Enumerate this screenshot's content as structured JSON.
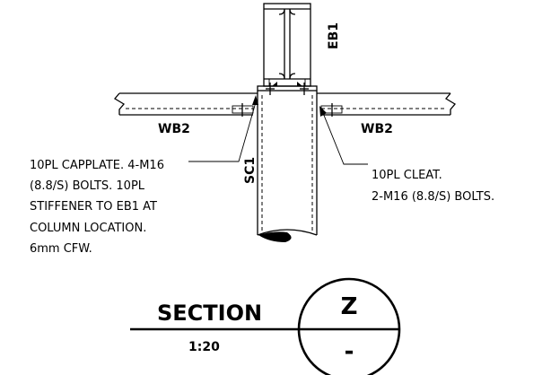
{
  "members": {
    "beam_top": "EB1",
    "beam_left": "WB2",
    "beam_right": "WB2",
    "column": "SC1"
  },
  "notes": {
    "left": [
      "10PL CAPPLATE. 4-M16",
      "(8.8/S) BOLTS. 10PL",
      "STIFFENER TO EB1 AT",
      "COLUMN LOCATION.",
      "6mm CFW."
    ],
    "right": [
      "10PL CLEAT.",
      "2-M16 (8.8/S) BOLTS."
    ]
  },
  "section": {
    "title": "SECTION",
    "scale": "1:20",
    "mark": "Z",
    "sheet": "-"
  }
}
